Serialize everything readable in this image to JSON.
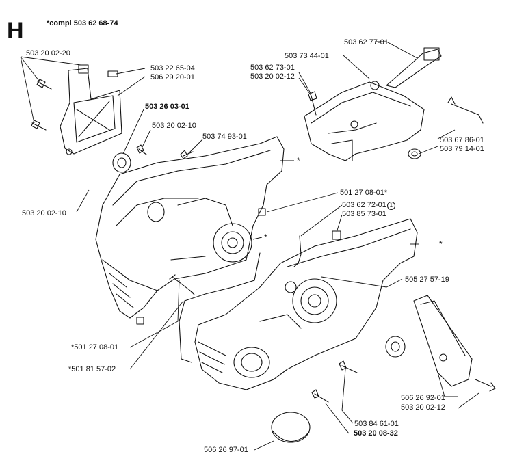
{
  "header": {
    "section_letter": "H",
    "compl_note": "*compl 503 62 68-74"
  },
  "callouts": {
    "p1": "503 20 02-20",
    "p2": "503 22 65-04",
    "p3": "506 29 20-01",
    "p4": "503 26 03-01",
    "p5": "503 20 02-10",
    "p6": "503 74 93-01",
    "p7": "503 20 02-10",
    "p8": "503 62 77-01",
    "p9": "503 73 44-01",
    "p10": "503 62 73-01",
    "p11": "503 20 02-12",
    "p12": "503 67 86-01",
    "p13": "503 79 14-01",
    "p14": "501 27 08-01*",
    "p15": "503 62 72-01",
    "p15_mark": "1",
    "p16": "503 85 73-01",
    "p17": "505 27 57-19",
    "p18": "*501 27 08-01",
    "p19": "*501 81 57-02",
    "p20": "506 26 92-01",
    "p21": "503 20 02-12",
    "p22": "503 84 61-01",
    "p23": "503 20 08-32",
    "p24": "506 26 97-01"
  },
  "asterisk": "*"
}
